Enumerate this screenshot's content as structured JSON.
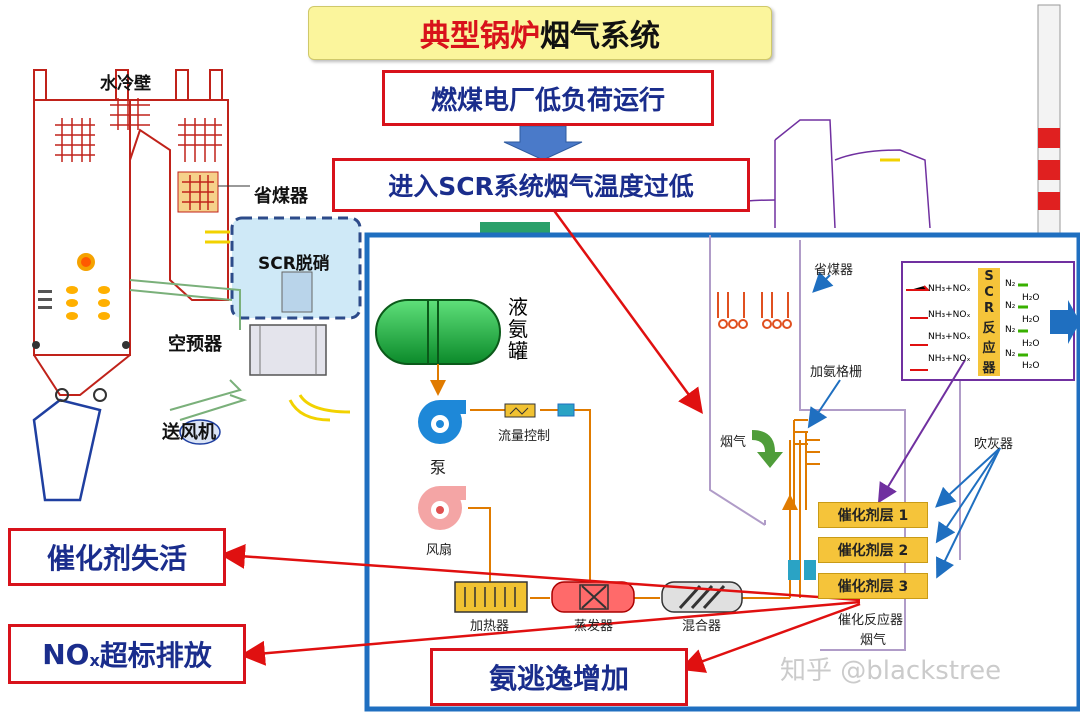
{
  "title": {
    "part1": "典型锅炉",
    "part2": "烟气系统"
  },
  "callouts": {
    "low_load": "燃煤电厂低负荷运行",
    "low_temp": "进入SCR系统烟气温度过低",
    "catalyst": "催化剂失活",
    "nox_prefix": "NO",
    "nox_sub": "x",
    "nox_rest": "超标排放",
    "ammonia": "氨逃逸增加"
  },
  "boiler_labels": {
    "water_wall": "水冷壁",
    "economizer": "省煤器",
    "scr": "SCR脱硝",
    "air_preheater": "空预器",
    "fan": "送风机"
  },
  "detail_labels": {
    "ammonia_tank": "液氨罐",
    "pump": "泵",
    "flow_control": "流量控制",
    "blower": "风扇",
    "heater": "加热器",
    "evaporator": "蒸发器",
    "mixer": "混合器",
    "economizer": "省煤器",
    "ammonia_grid": "加氨格栅",
    "flue_gas_1": "烟气",
    "flue_gas_2": "烟气",
    "soot_blower": "吹灰器",
    "catalyst_reactor": "催化反应器",
    "layer1": "催化剂层 1",
    "layer2": "催化剂层 2",
    "layer3": "催化剂层 3",
    "scr_reactor_chars": [
      "S",
      "C",
      "R",
      "反",
      "应",
      "器"
    ],
    "reactions": {
      "inlet": [
        "NH₃+NOₓ",
        "NH₃+NOₓ",
        "NH₃+NOₓ",
        "NH₃+NOₓ"
      ],
      "outlet_n2": [
        "N₂",
        "N₂",
        "N₂",
        "N₂"
      ],
      "outlet_h2o": [
        "H₂O",
        "H₂O",
        "H₂O",
        "H₂O"
      ]
    }
  },
  "watermark": "知乎 @blackstree",
  "colors": {
    "red": "#d8121b",
    "blue_frame": "#1f6fc0",
    "orange": "#e07b00",
    "callout_text": "#1a2d8c",
    "title_red": "#d8121b"
  }
}
